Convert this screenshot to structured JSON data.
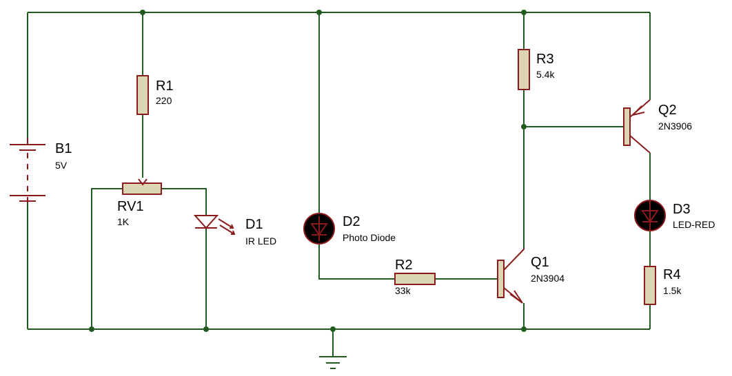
{
  "components": {
    "b1": {
      "ref": "B1",
      "value": "5V"
    },
    "r1": {
      "ref": "R1",
      "value": "220"
    },
    "rv1": {
      "ref": "RV1",
      "value": "1K"
    },
    "d1": {
      "ref": "D1",
      "value": "IR LED"
    },
    "d2": {
      "ref": "D2",
      "value": "Photo Diode"
    },
    "r2": {
      "ref": "R2",
      "value": "33k"
    },
    "r3": {
      "ref": "R3",
      "value": "5.4k"
    },
    "q1": {
      "ref": "Q1",
      "value": "2N3904"
    },
    "q2": {
      "ref": "Q2",
      "value": "2N3906"
    },
    "d3": {
      "ref": "D3",
      "value": "LED-RED"
    },
    "r4": {
      "ref": "R4",
      "value": "1.5k"
    }
  },
  "colors": {
    "wire": "#1f5a1f",
    "component": "#8b1a1a",
    "resistor_fill": "#ddd6b4",
    "led_fill": "#000000"
  }
}
